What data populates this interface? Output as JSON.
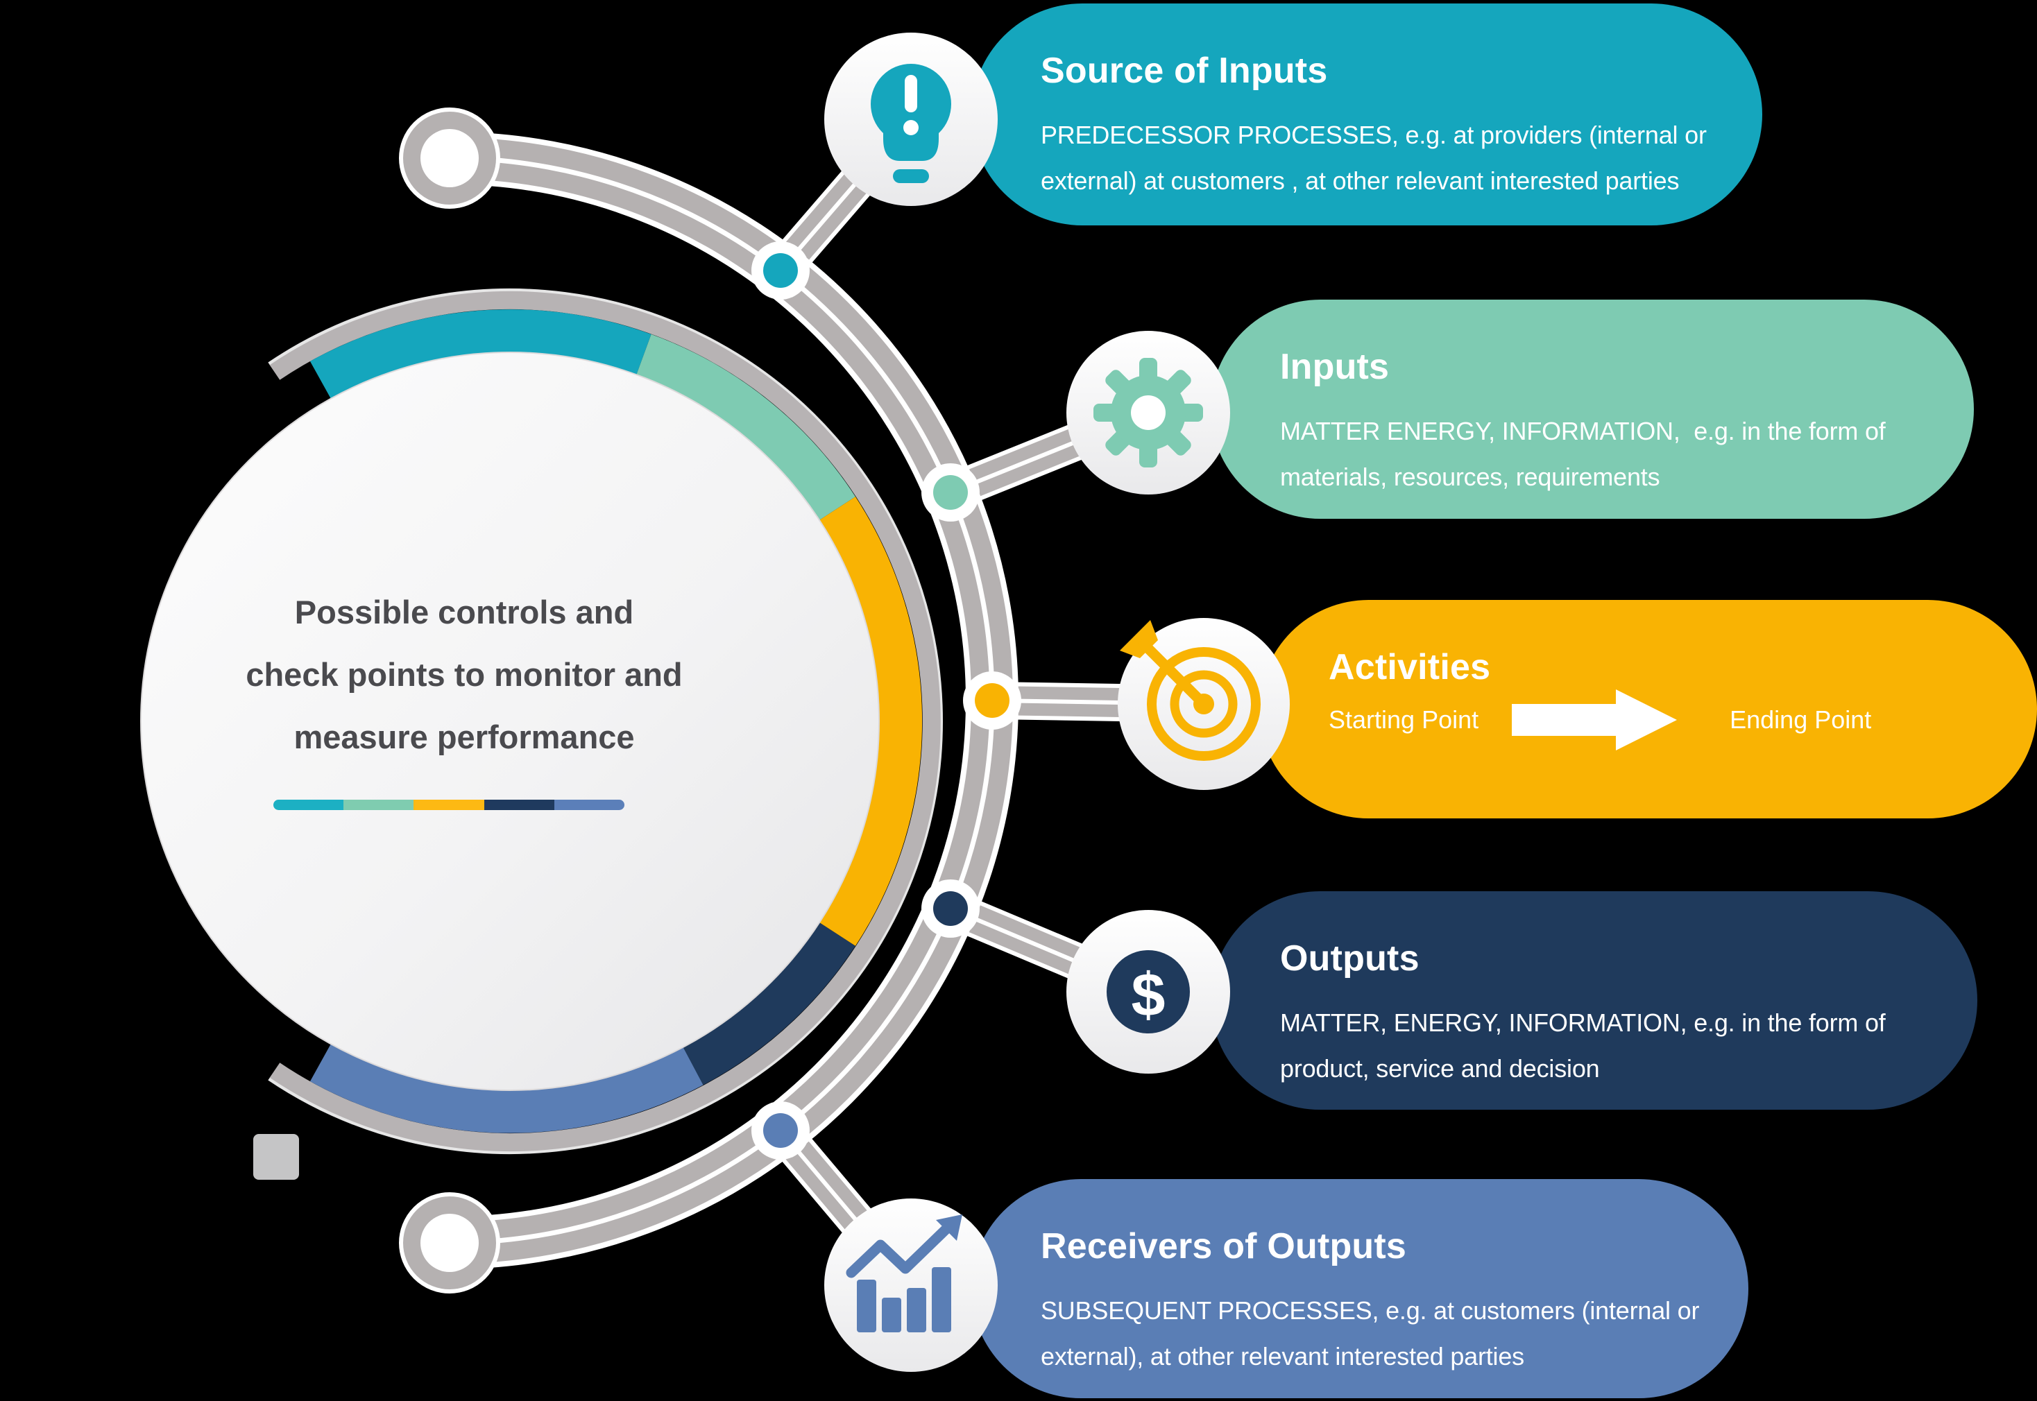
{
  "canvas": {
    "background_color": "#000000"
  },
  "center_bubble": {
    "title_lines": [
      "Possible controls and",
      "check points to monitor and",
      "measure performance"
    ],
    "text_color": "#4a4a4e",
    "divider_segment_colors": [
      "#1cb0c3",
      "#7fccb0",
      "#fdb913",
      "#1f3a5e",
      "#5b7fb9"
    ]
  },
  "steps": [
    {
      "id": "source-of-inputs",
      "title": "Source of Inputs",
      "description": "PREDECESSOR PROCESSES, e.g. at providers (internal or external) at customers , at other relevant interested parties",
      "color": "#15a6bd",
      "icon": "lightbulb-exclamation-icon"
    },
    {
      "id": "inputs",
      "title": "Inputs",
      "description": "MATTER ENERGY, INFORMATION,  e.g. in the form of materials, resources, requirements",
      "color": "#7ecbb2",
      "icon": "gear-icon"
    },
    {
      "id": "activities",
      "title": "Activities",
      "starting_label": "Starting Point",
      "ending_label": "Ending Point",
      "color": "#f9b303",
      "icon": "target-dart-icon"
    },
    {
      "id": "outputs",
      "title": "Outputs",
      "description": "MATTER, ENERGY, INFORMATION, e.g. in the form of product, service and decision",
      "color": "#1f3a5c",
      "icon": "dollar-icon"
    },
    {
      "id": "receivers-of-outputs",
      "title": "Receivers of Outputs",
      "description": "SUBSEQUENT PROCESSES, e.g. at customers (internal or external), at other relevant interested parties",
      "color": "#5a7eb5",
      "icon": "chart-increase-icon"
    }
  ],
  "glyphs": {
    "dollar": "$"
  }
}
